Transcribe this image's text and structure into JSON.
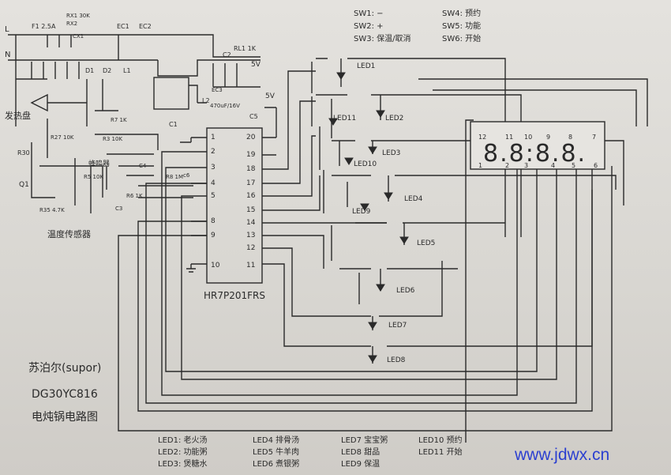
{
  "chip": {
    "label": "HR7P201FRS",
    "left_pins": [
      "1",
      "2",
      "3",
      "4",
      "5",
      "8",
      "9",
      "10"
    ],
    "right_pins": [
      "20",
      "19",
      "18",
      "17",
      "16",
      "15",
      "14",
      "13",
      "12",
      "11"
    ]
  },
  "display": {
    "digits": "8.8:8.8.",
    "pins_top": [
      "12",
      "11",
      "10",
      "9",
      "8",
      "7"
    ],
    "pins_bottom": [
      "1",
      "2",
      "3",
      "4",
      "5",
      "6"
    ]
  },
  "switch_legend": {
    "sw1": "SW1: −",
    "sw2": "SW2: +",
    "sw3": "SW3: 保温/取消",
    "sw4": "SW4: 预约",
    "sw5": "SW5: 功能",
    "sw6": "SW6: 开始"
  },
  "leds": [
    "LED1",
    "LED2",
    "LED3",
    "LED4",
    "LED5",
    "LED6",
    "LED7",
    "LED8",
    "LED9",
    "LED10",
    "LED11"
  ],
  "led_legend": [
    [
      "LED1: 老火汤",
      "LED2: 功能粥",
      "LED3: 煲糖水"
    ],
    [
      "LED4 排骨汤",
      "LED5 牛羊肉",
      "LED6 煮银粥"
    ],
    [
      "LED7 宝宝粥",
      "LED8 甜品",
      "LED9 保温"
    ],
    [
      "LED10 预约",
      "LED11 开始"
    ]
  ],
  "power_labels": {
    "L": "L",
    "N": "N",
    "F1": "F1 2.5A",
    "RX1": "RX1 30K",
    "RX2": "RX2",
    "CX1": "CX1",
    "EC1": "EC1",
    "EC2": "EC2",
    "D1": "D1",
    "D2": "D2",
    "L1": "L1",
    "L2": "L2",
    "C1": "C1",
    "C2": "C2",
    "EC3": "EC3",
    "RL1": "RL1 1K",
    "v5a": "5V",
    "v5b": "5V",
    "C5": "C5",
    "R30": "R30",
    "ec3_rating": "470uF/16V"
  },
  "side_labels": {
    "heater": "发热盘",
    "temp": "温度传感器",
    "q1": "Q1",
    "r35": "R35 4.7K",
    "r27": "R27 10K",
    "r3": "R3 10K",
    "r7": "R7 1K",
    "r5": "R5 10K",
    "r6": "R6 1K",
    "r8": "R8 1M",
    "c4": "C4",
    "c6": "c6",
    "c3": "C3",
    "buzzer": "蜂鸣器"
  },
  "title_block": {
    "brand": "苏泊尔(supor)",
    "model": "DG30YC816",
    "name": "电炖锅电路图"
  },
  "watermark": "www.jdwx.cn"
}
